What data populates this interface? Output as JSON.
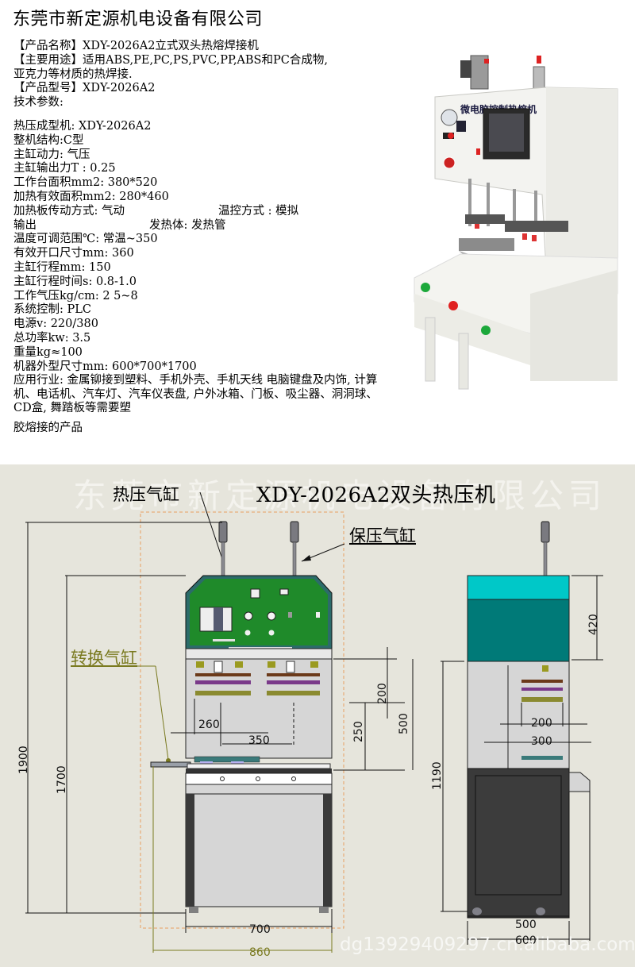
{
  "header": {
    "company_name": "东莞市新定源机电设备有限公司"
  },
  "product": {
    "name_line": "【产品名称】XDY-2026A2立式双头热熔焊接机",
    "use_line_1": "【主要用途】适用ABS,PE,PC,PS,PVC,PP,ABS和PC合成物,",
    "use_line_2": "亚克力等材质的热焊接.",
    "model_line": "【产品型号】XDY-2026A2",
    "tech_params_heading": "技术参数:"
  },
  "specs": [
    {
      "label": "热压成型机",
      "value": ": XDY-2026A2"
    },
    {
      "label": "整机结构",
      "value": ":C型"
    },
    {
      "label": "主缸动力",
      "value": ": 气压"
    },
    {
      "label": "主缸输出力T",
      "value": " : 0.25"
    },
    {
      "label": "工作台面积mm2",
      "value": ": 380*520"
    },
    {
      "label": "加热有效面积mm2",
      "value": ": 280*460"
    },
    {
      "label": "加热板传动方式",
      "value": ": 气动",
      "extra_label": "温控方式",
      "extra_value": " : 模拟"
    },
    {
      "label": "输出",
      "extra_label": "发热体",
      "extra_value": ": 发热管"
    },
    {
      "label": "温度可调范围℃",
      "value": ": 常温~350"
    },
    {
      "label": "有效开口尺寸mm",
      "value": ": 360"
    },
    {
      "label": "主缸行程mm",
      "value": ": 150"
    },
    {
      "label": "主缸行程时间s",
      "value": ": 0.8-1.0"
    },
    {
      "label": "工作气压kg/cm",
      "value": ": 2 5~8"
    },
    {
      "label": "系统控制",
      "value": ":  PLC"
    },
    {
      "label": "电源v",
      "value": ": 220/380"
    },
    {
      "label": " 总功率kw",
      "value": ": 3.5"
    },
    {
      "label": "重量kg",
      "value": "≈100"
    },
    {
      "label": "机器外型尺寸mm",
      "value": ": 600*700*1700"
    }
  ],
  "applications": {
    "text_1": "应用行业: 金属铆接到塑料、手机外壳、手机天线 电脑键盘及内饰, 计算机、电话机、汽车灯、汽车仪表盘, 户外冰箱、门板、吸尘器、洞洞球、CD盒,    舞踏板等需要塑",
    "text_2": "胶熔接的产品"
  },
  "photo": {
    "panel_title": "微电脑控制热熔机",
    "alt": "machine-photo"
  },
  "drawing": {
    "watermark_top": "东莞市新定源机电设备有限公司",
    "title": "XDY-2026A2双头热压机",
    "callouts": {
      "hot_press_cylinder": "热压气缸",
      "hold_press_cylinder": "保压气缸",
      "switch_cylinder": "转换气缸"
    },
    "front_dims": {
      "overall_height": "1900",
      "body_height": "1700",
      "stroke_200": "200",
      "open_500": "500",
      "gap_250": "250",
      "head_260": "260",
      "pitch_350": "350",
      "width_700": "700",
      "width_860": "860"
    },
    "side_dims": {
      "top_420": "420",
      "table_1190": "1190",
      "head_200": "200",
      "plate_300": "300",
      "base_500": "500",
      "overall_600": "600"
    },
    "watermark_bottom": "dg1392940929​7.cn.alibaba.com",
    "colors": {
      "background": "#e6e5dc",
      "panel_green": "#1f8a2a",
      "panel_border": "#2c6b6a",
      "teal_top": "#00c8c8",
      "teal_dark": "#007a78",
      "frame_dark": "#3a3a3a",
      "body_gray": "#d6d6d6",
      "dashed_orange": "#e8a060",
      "olive": "#7a7a20"
    }
  }
}
